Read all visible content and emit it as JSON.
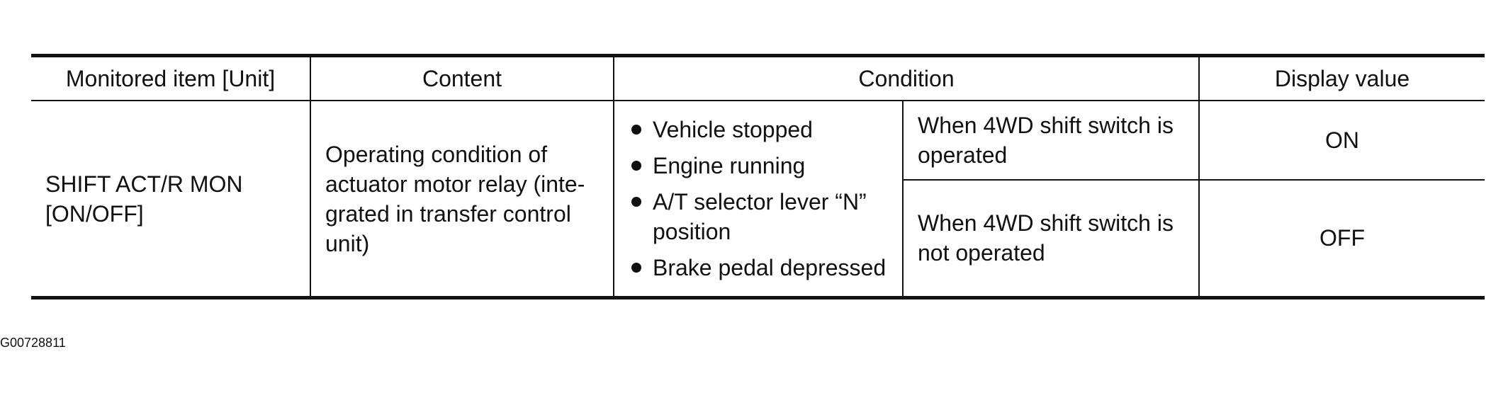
{
  "table": {
    "headers": {
      "monitored_item": "Monitored item [Unit]",
      "content": "Content",
      "condition": "Condition",
      "display_value": "Display value"
    },
    "rows": [
      {
        "monitored_item_line1": "SHIFT ACT/R MON",
        "monitored_item_line2": "[ON/OFF]",
        "content": "Operating condition of actuator motor relay (inte-grated in transfer control unit)",
        "conditions": [
          "Vehicle stopped",
          "Engine running",
          "A/T selector lever “N” position",
          "Brake pedal depressed"
        ],
        "states": [
          {
            "when": "When 4WD shift switch is operated",
            "display": "ON"
          },
          {
            "when": "When 4WD shift switch is not operated",
            "display": "OFF"
          }
        ]
      }
    ]
  },
  "figure_id": "G00728811"
}
